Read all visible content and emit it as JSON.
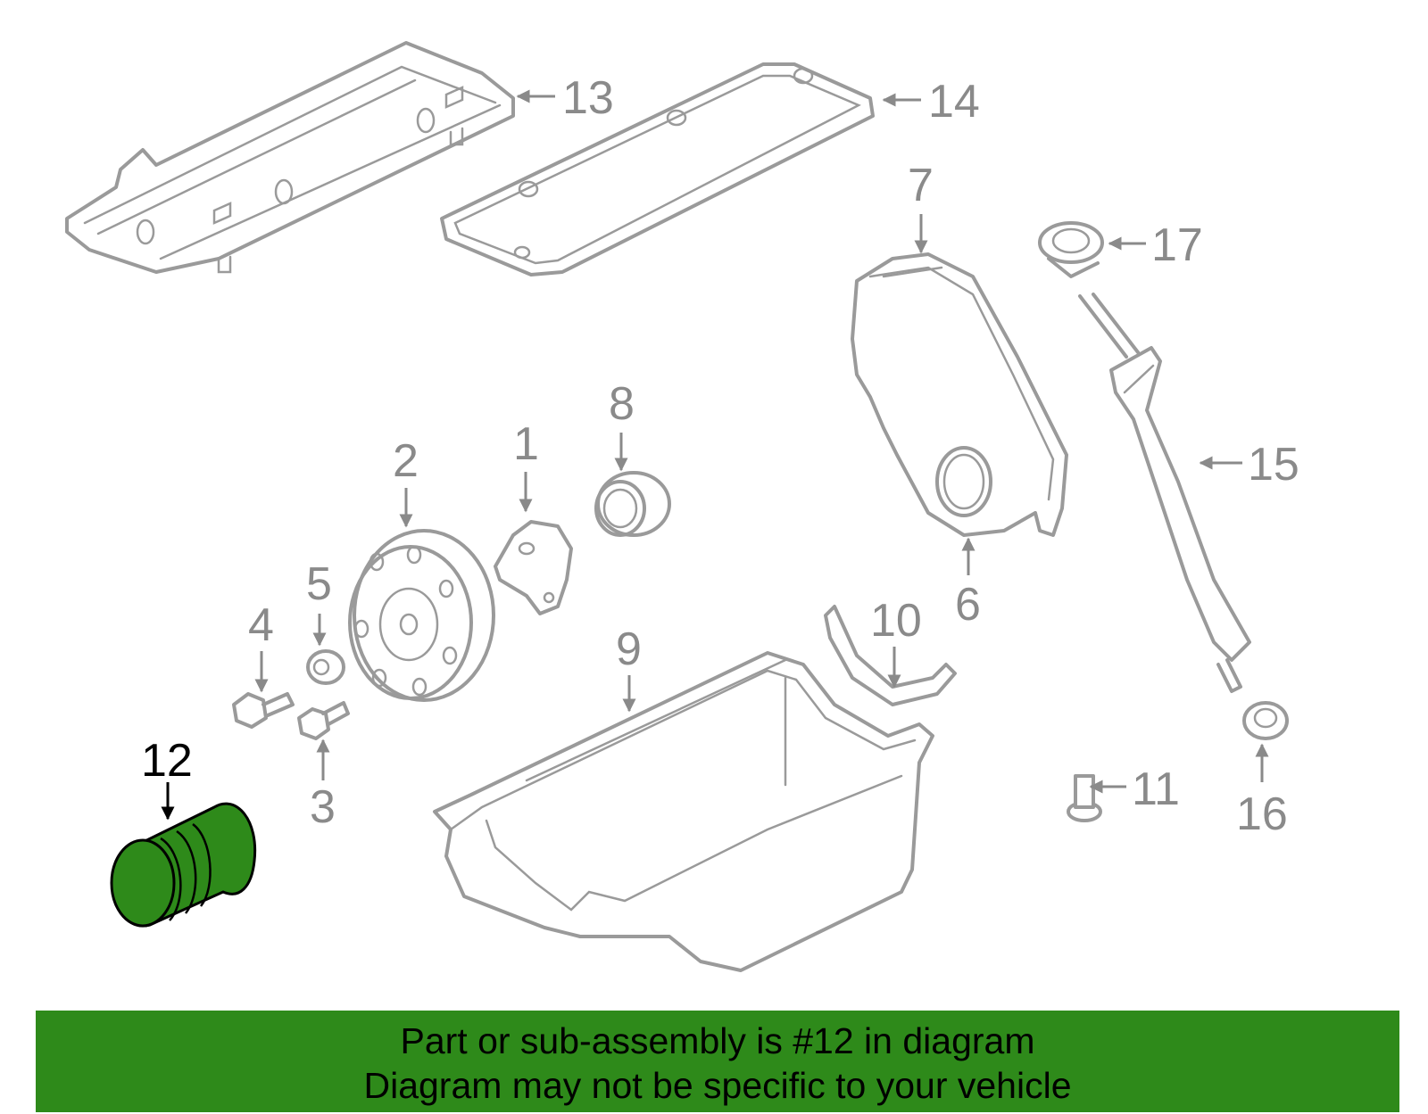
{
  "callouts": {
    "c1": "1",
    "c2": "2",
    "c3": "3",
    "c4": "4",
    "c5": "5",
    "c6": "6",
    "c7": "7",
    "c8": "8",
    "c9": "9",
    "c10": "10",
    "c11": "11",
    "c12": "12",
    "c13": "13",
    "c14": "14",
    "c15": "15",
    "c16": "16",
    "c17": "17"
  },
  "highlight": {
    "part": "12",
    "color": "#2e8a1a"
  },
  "banner": {
    "line1": "Part or sub-assembly is #12 in diagram",
    "line2": "Diagram may not be specific to your vehicle"
  }
}
